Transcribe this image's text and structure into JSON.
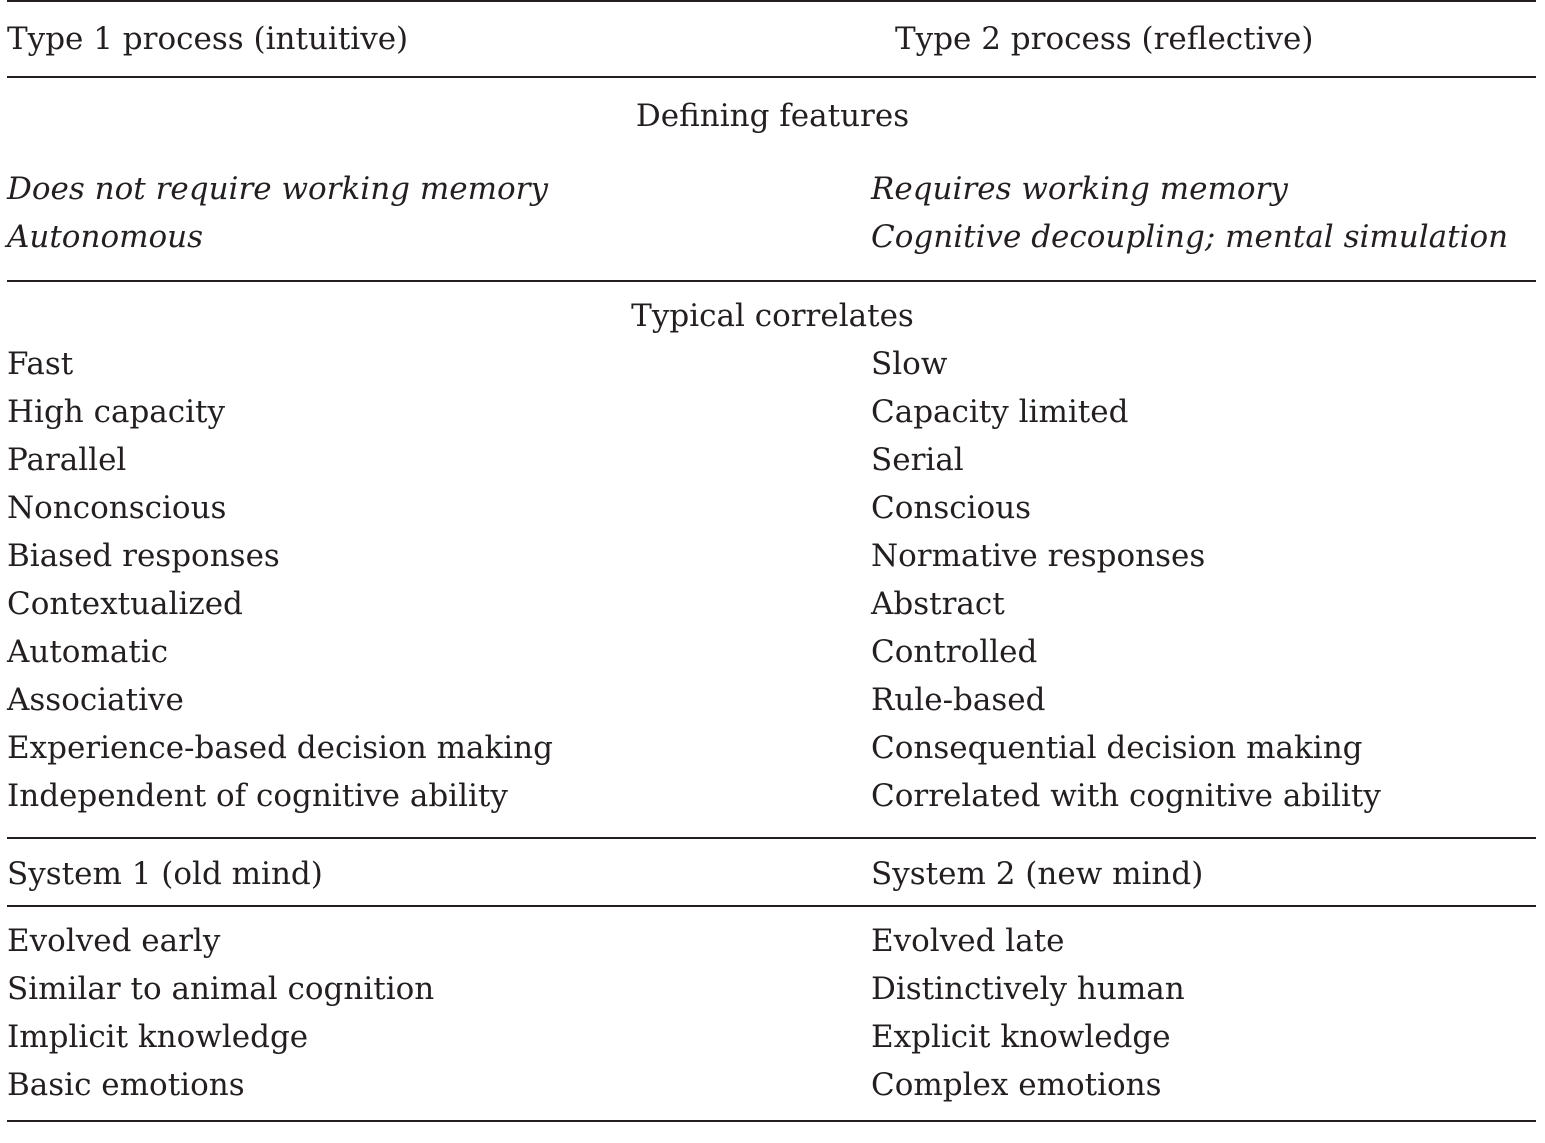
{
  "header": {
    "type1": "Type 1 process (intuitive)",
    "type2": "Type 2 process (reflective)"
  },
  "defining": {
    "title": "Defining features",
    "rows": [
      {
        "left": "Does not require working memory",
        "right": "Requires working memory"
      },
      {
        "left": "Autonomous",
        "right": "Cognitive decoupling; mental simulation"
      }
    ]
  },
  "correlates": {
    "title": "Typical correlates",
    "rows": [
      {
        "left": "Fast",
        "right": "Slow"
      },
      {
        "left": "High capacity",
        "right": "Capacity limited"
      },
      {
        "left": "Parallel",
        "right": "Serial"
      },
      {
        "left": "Nonconscious",
        "right": "Conscious"
      },
      {
        "left": "Biased responses",
        "right": "Normative responses"
      },
      {
        "left": "Contextualized",
        "right": "Abstract"
      },
      {
        "left": "Automatic",
        "right": "Controlled"
      },
      {
        "left": "Associative",
        "right": "Rule-based"
      },
      {
        "left": "Experience-based decision making",
        "right": "Consequential decision making"
      },
      {
        "left": "Independent of cognitive ability",
        "right": "Correlated with cognitive ability"
      }
    ]
  },
  "systems": {
    "system1": "System 1 (old mind)",
    "system2": "System 2 (new mind)",
    "rows": [
      {
        "left": "Evolved early",
        "right": "Evolved late"
      },
      {
        "left": "Similar to animal cognition",
        "right": "Distinctively human"
      },
      {
        "left": "Implicit knowledge",
        "right": "Explicit knowledge"
      },
      {
        "left": "Basic emotions",
        "right": "Complex emotions"
      }
    ]
  }
}
